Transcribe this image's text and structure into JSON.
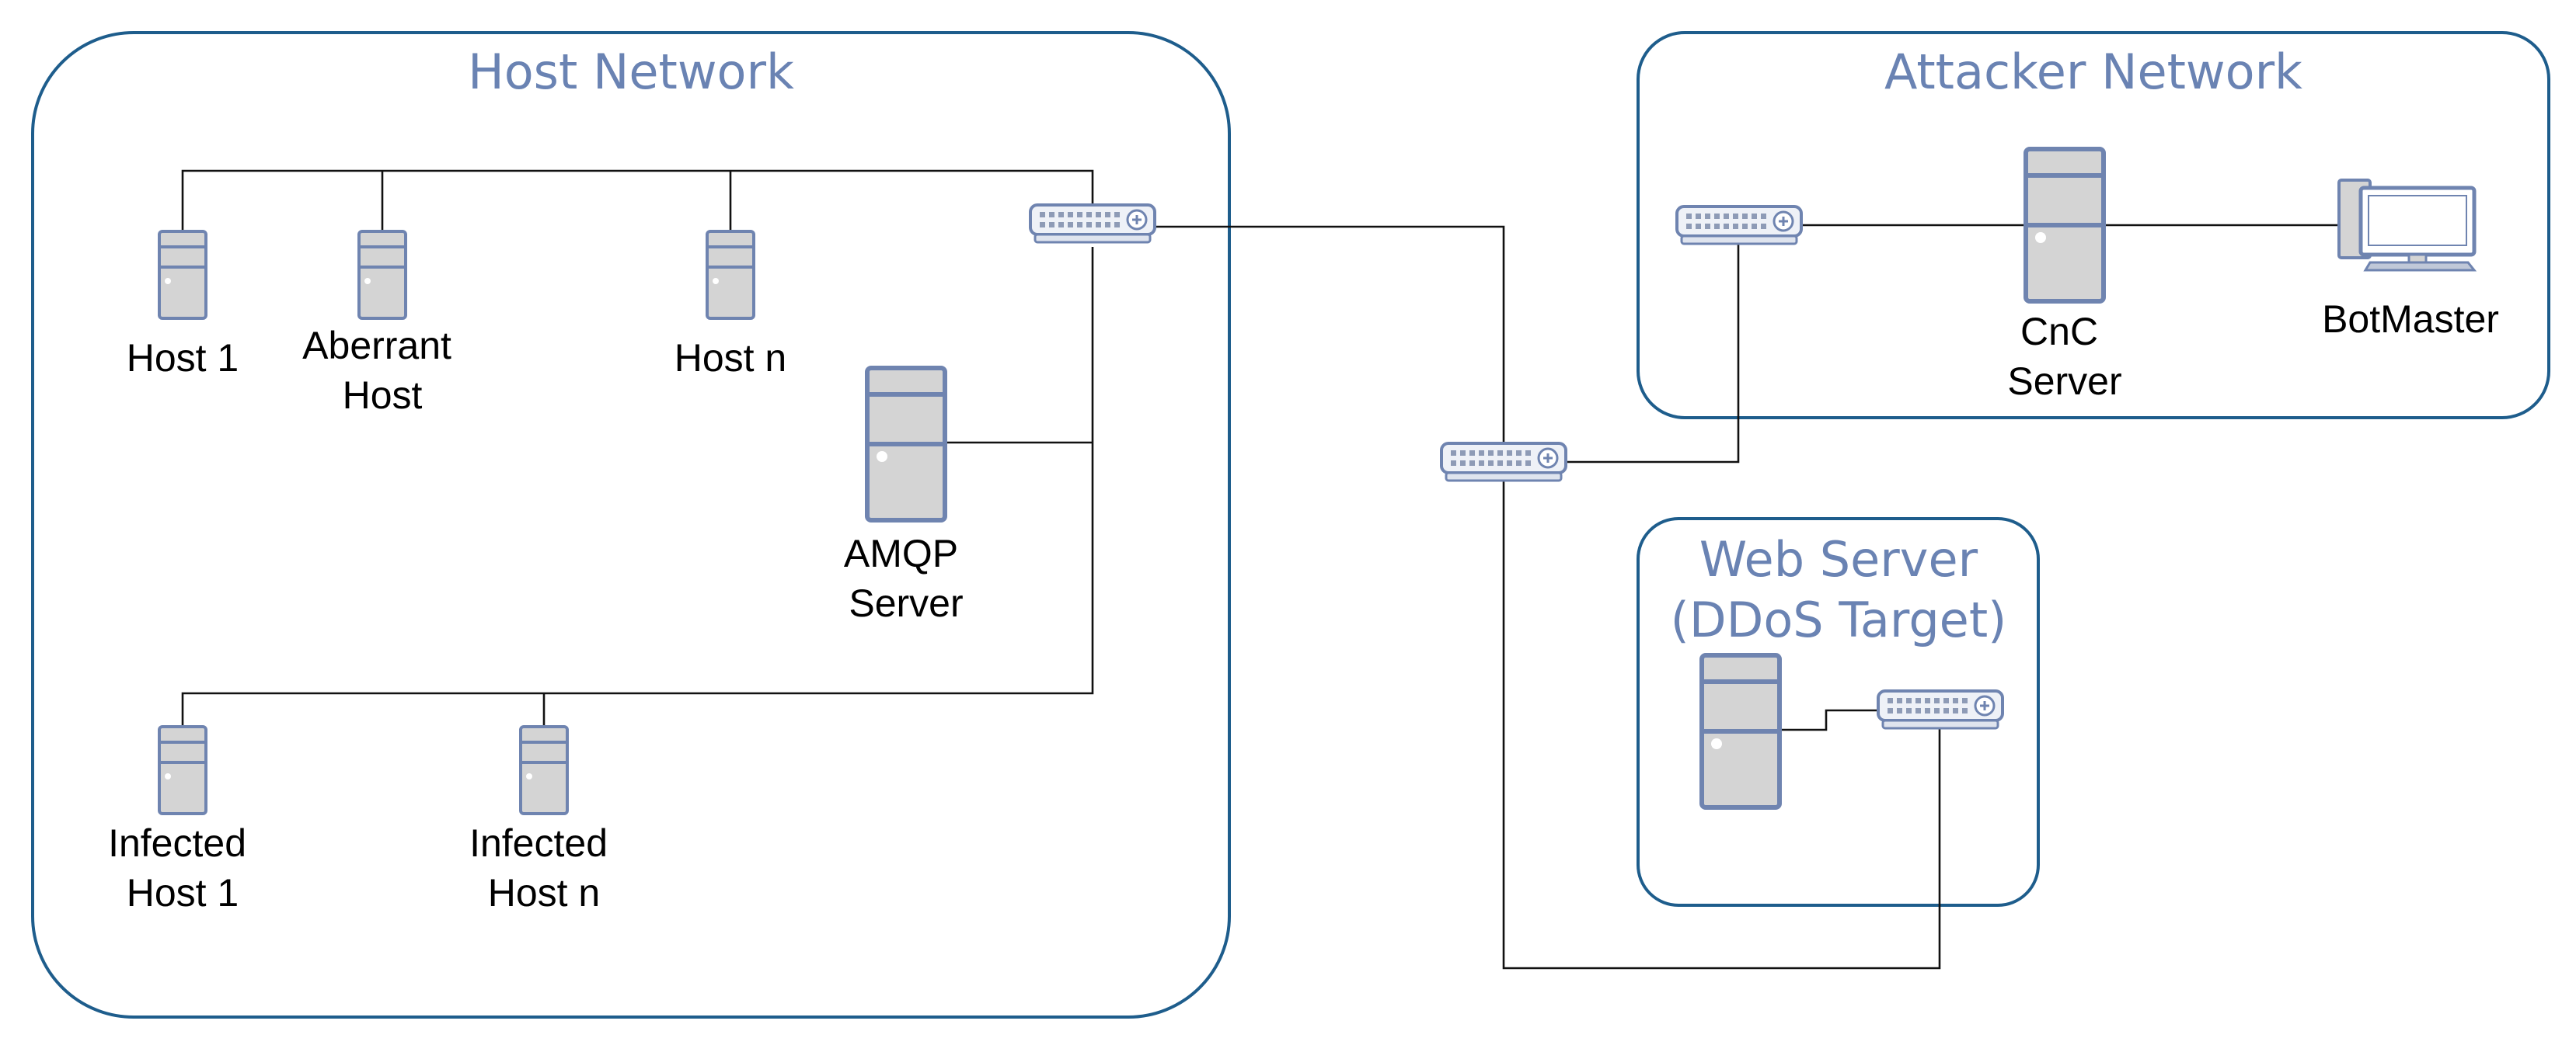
{
  "networks": {
    "host": {
      "title": "Host Network"
    },
    "attacker": {
      "title": "Attacker Network"
    },
    "web": {
      "title_line1": "Web Server",
      "title_line2": "(DDoS Target)"
    }
  },
  "nodes": {
    "host_1": [
      "Host 1"
    ],
    "aberrant_host": [
      "Aberrant",
      "Host"
    ],
    "host_n": [
      "Host n"
    ],
    "amqp_server": [
      "AMQP",
      "Server"
    ],
    "infected_host_1": [
      "Infected",
      "Host 1"
    ],
    "infected_host_n": [
      "Infected",
      "Host n"
    ],
    "cnc_server": [
      "CnC",
      "Server"
    ],
    "botmaster": [
      "BotMaster"
    ]
  },
  "colors": {
    "network_border": "#1e5d8c",
    "network_title": "#6a83b3",
    "device_outline": "#6f84b0",
    "device_fill": "#d4d4d4",
    "wire": "#111111"
  },
  "icons": {
    "server": "server-icon",
    "switch": "network-switch-icon",
    "desktop": "desktop-computer-icon"
  }
}
